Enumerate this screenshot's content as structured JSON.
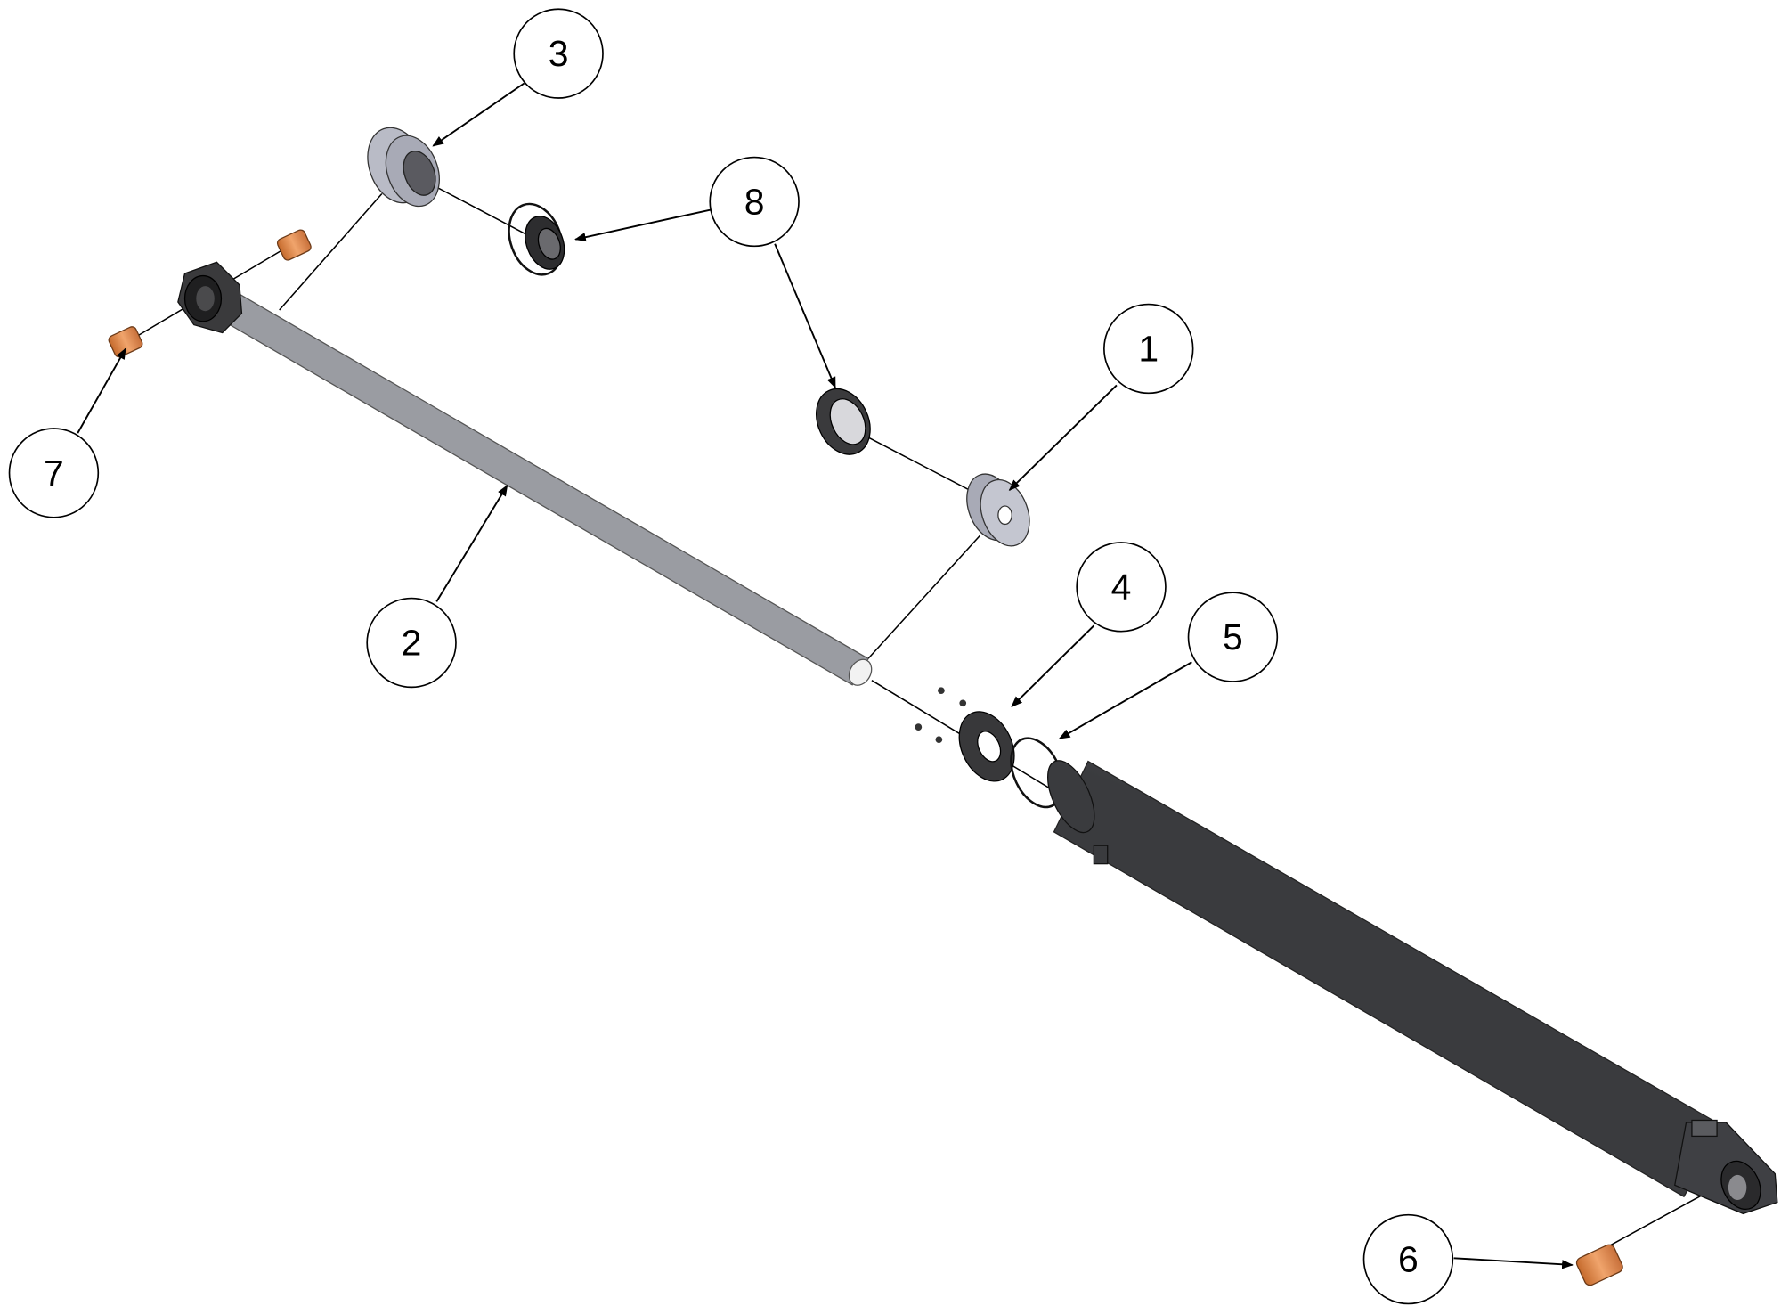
{
  "diagram": {
    "type": "exploded-assembly",
    "balloons": [
      {
        "id": "1",
        "label": "1"
      },
      {
        "id": "2",
        "label": "2"
      },
      {
        "id": "3",
        "label": "3"
      },
      {
        "id": "4",
        "label": "4"
      },
      {
        "id": "5",
        "label": "5"
      },
      {
        "id": "6",
        "label": "6"
      },
      {
        "id": "7",
        "label": "7"
      },
      {
        "id": "8",
        "label": "8"
      }
    ],
    "colors": {
      "rod": "#c4c6cc",
      "barrel": "#55575b",
      "bushing": "#e08c4f",
      "piston": "#b9bbc6",
      "seal": "#3a3a3c"
    }
  }
}
